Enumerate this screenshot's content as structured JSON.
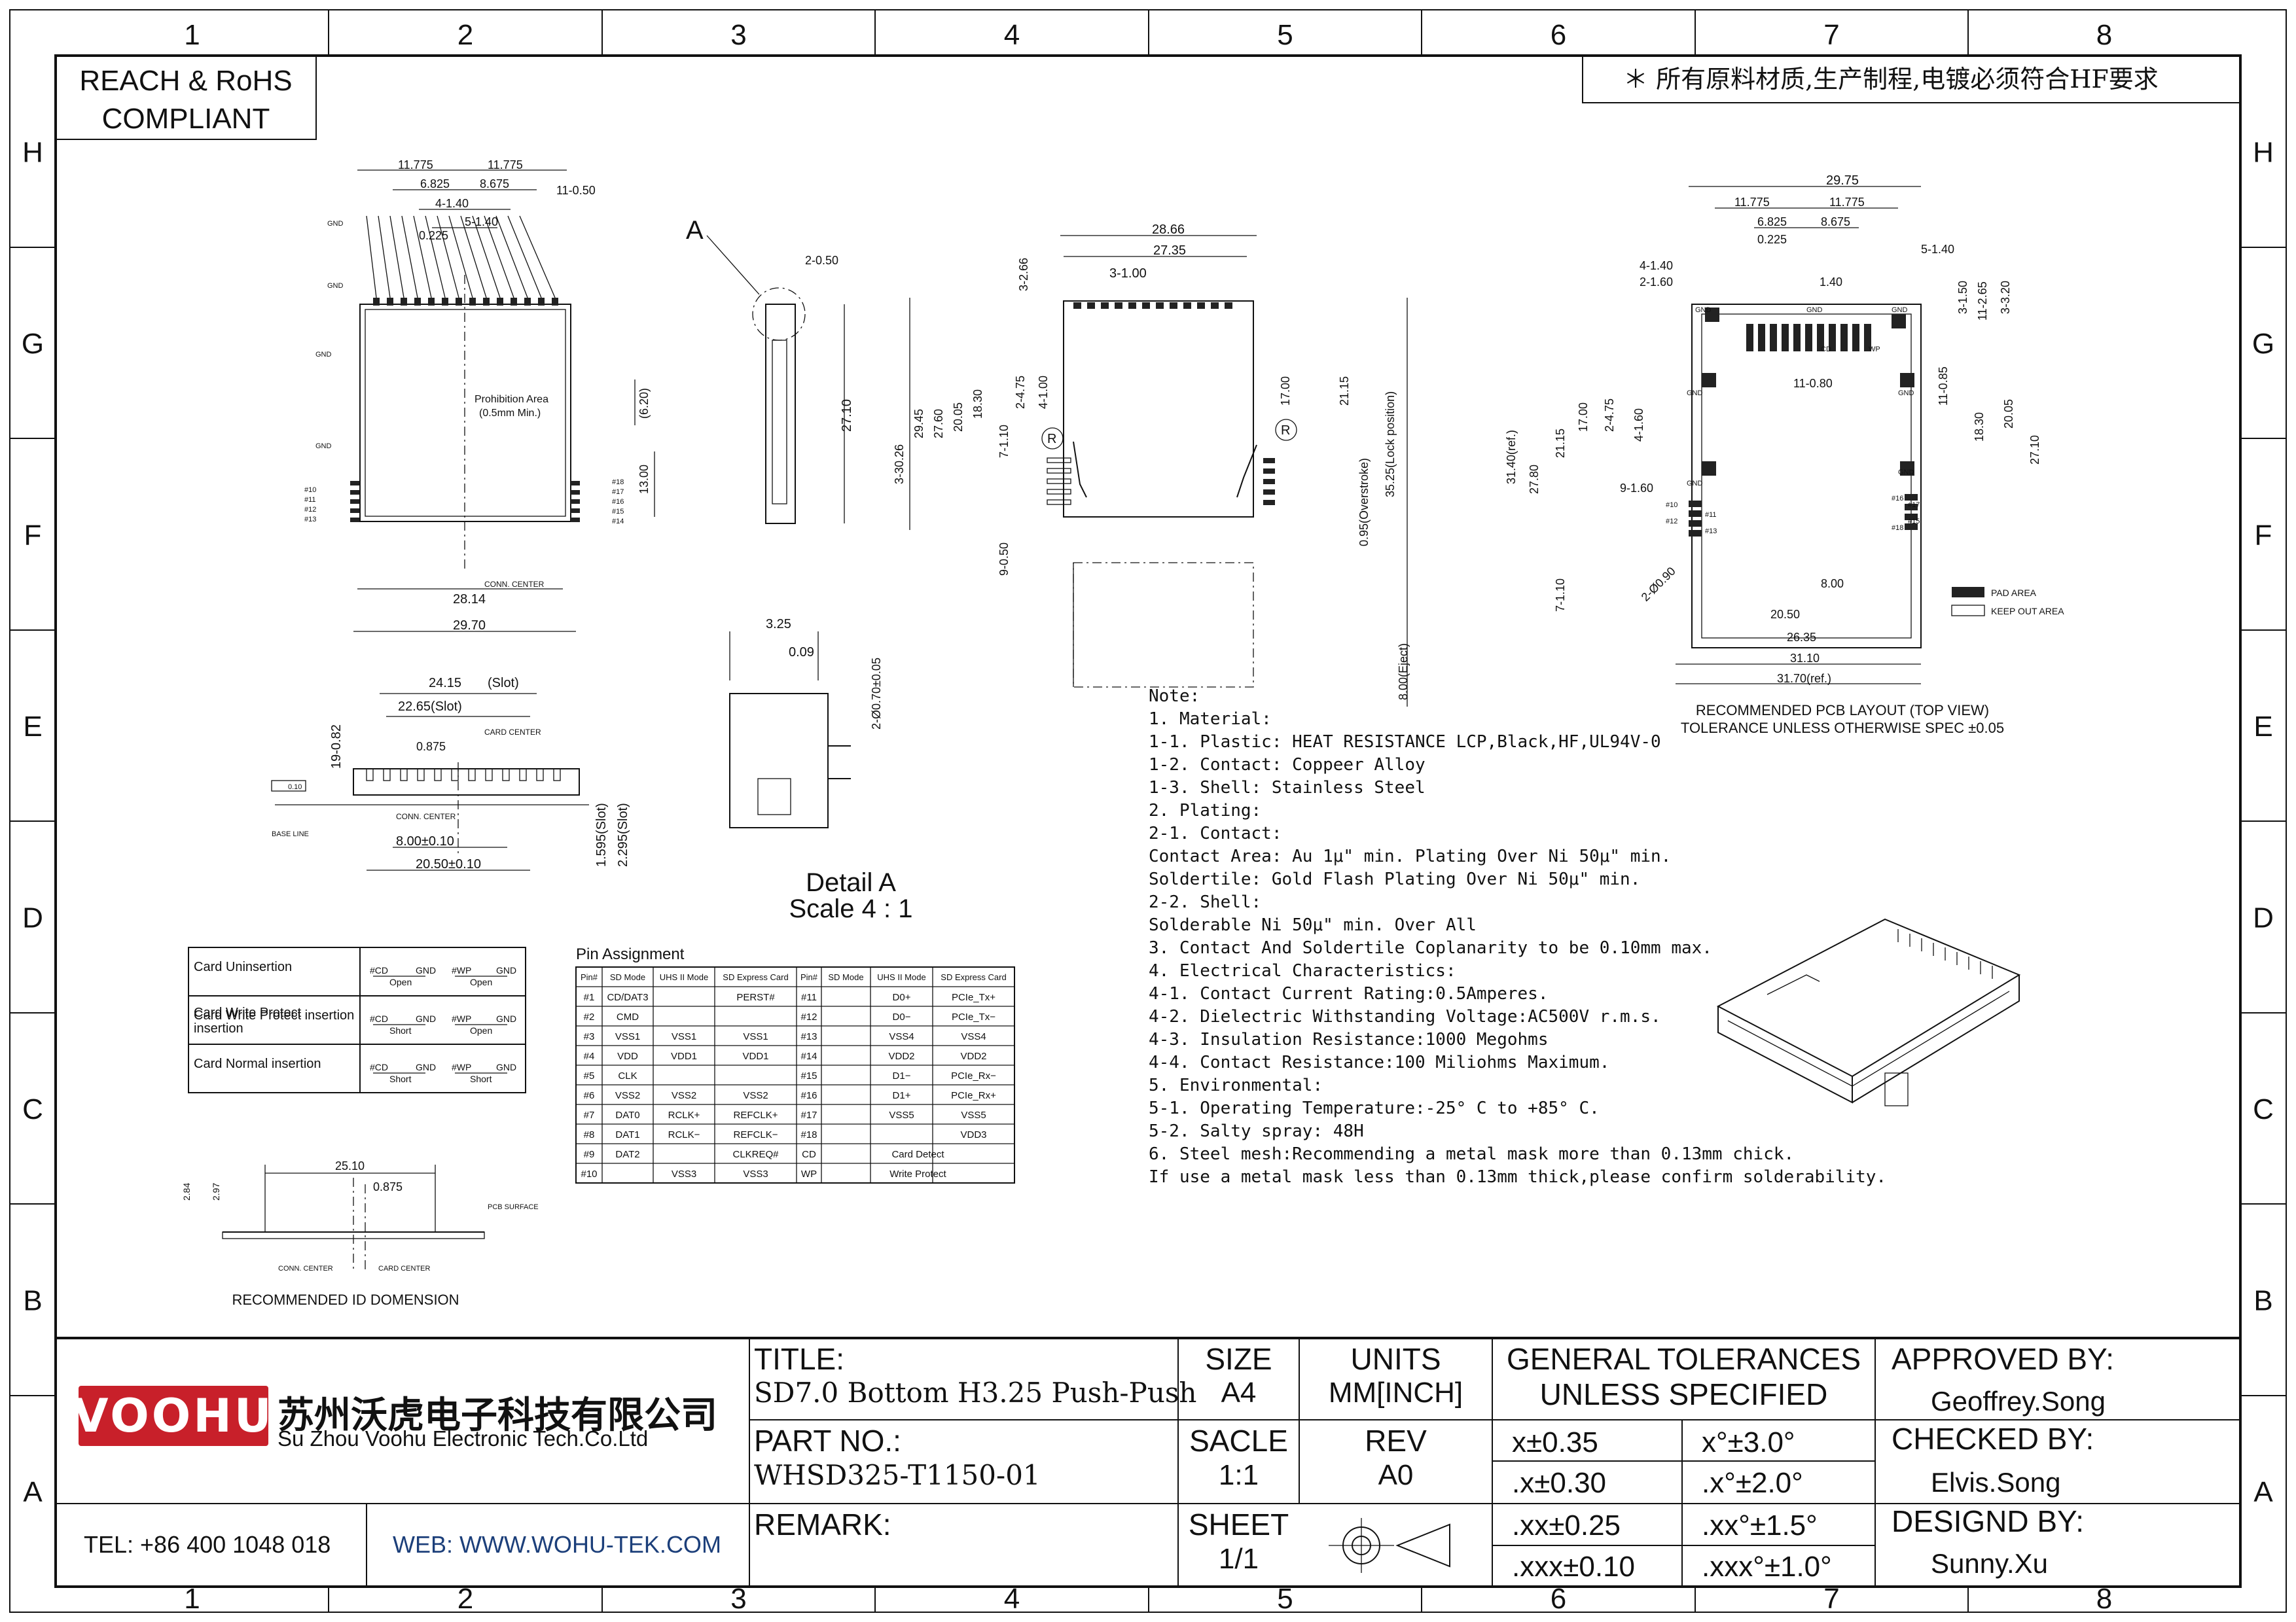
{
  "sheet": {
    "columns": [
      "1",
      "2",
      "3",
      "4",
      "5",
      "6",
      "7",
      "8"
    ],
    "rows": [
      "H",
      "G",
      "F",
      "E",
      "D",
      "C",
      "B",
      "A"
    ]
  },
  "compliance": {
    "line1": "REACH & RoHS",
    "line2": "COMPLIANT"
  },
  "hf_note": "＊ 所有原料材质,生产制程,电镀必须符合HF要求",
  "views": {
    "top": {
      "dims_top": [
        "11.775",
        "11.775",
        "6.825",
        "8.675",
        "4-1.40",
        "5-1.40",
        "11-0.50",
        "0.225"
      ],
      "labels": [
        "GND",
        "GND",
        "GND",
        "GND",
        "#10",
        "#11",
        "#12",
        "#13",
        "#14",
        "#15",
        "#16",
        "#17",
        "#18"
      ],
      "prohibition_line1": "Prohibition Area",
      "prohibition_line2": "(0.5mm Min.)",
      "dims_side": [
        "(6.20)",
        "13.00"
      ],
      "conn_center": "CONN. CENTER",
      "width_inner": "28.14",
      "width_outer": "29.70"
    },
    "detail_top": {
      "callout": "A",
      "dims": [
        "2-0.50",
        "27.10"
      ]
    },
    "detail": {
      "dims": [
        "3.25",
        "0.09",
        "2-Ø0.70±0.05"
      ],
      "title": "Detail  A",
      "scale": "Scale 4 : 1"
    },
    "front": {
      "dims": [
        "24.15",
        "(Slot)",
        "22.65(Slot)",
        "19-0.82",
        "0.875",
        "CARD CENTER",
        "CONN. CENTER",
        "8.00±0.10",
        "20.50±0.10",
        "1.595(Slot)",
        "2.295(Slot)",
        "0.10"
      ],
      "base_line": "BASE LINE"
    },
    "bottom": {
      "dims": [
        "28.66",
        "27.35",
        "3-1.00",
        "3-2.66",
        "3-30.26",
        "29.45",
        "27.60",
        "20.05",
        "18.30",
        "7-1.10",
        "2-4.75",
        "4-1.00",
        "17.00",
        "21.15",
        "9-0.50",
        "0.95(Overstroke)",
        "35.25(Lock position)",
        "8.00(Eject)"
      ],
      "marks": [
        "R",
        "R"
      ]
    },
    "pcb": {
      "dims": [
        "29.75",
        "11.775",
        "11.775",
        "6.825",
        "8.675",
        "0.225",
        "4-1.40",
        "2-1.60",
        "1.40",
        "5-1.40",
        "3-1.50",
        "11-2.65",
        "3-3.20",
        "11-0.80",
        "11-0.85",
        "31.40(ref.)",
        "27.80",
        "21.15",
        "17.00",
        "2-4.75",
        "4-1.60",
        "9-1.60",
        "20.05",
        "18.30",
        "27.10",
        "7-1.10",
        "2-Ø0.90",
        "8.00",
        "20.50",
        "26.35",
        "31.10",
        "31.70(ref.)"
      ],
      "labels": [
        "GND",
        "GND",
        "GND",
        "GND",
        "GND",
        "GND",
        "GND",
        "CD",
        "WP",
        "#10",
        "#11",
        "#12",
        "#13",
        "#15",
        "#16",
        "#17",
        "#18"
      ],
      "legend_pad": "PAD AREA",
      "legend_keepout": "KEEP OUT AREA",
      "caption1": "RECOMMENDED PCB LAYOUT (TOP VIEW)",
      "caption2": "TOLERANCE UNLESS OTHERWISE SPEC ±0.05"
    },
    "recommended_id": {
      "dims": [
        "25.10",
        "0.875",
        "2.84",
        "2.97"
      ],
      "labels": [
        "PCB SURFACE",
        "CONN. CENTER",
        "CARD CENTER"
      ],
      "caption": "RECOMMENDED ID DOMENSION"
    }
  },
  "notes": [
    "Note:",
    "1. Material:",
    "    1-1. Plastic: HEAT RESISTANCE LCP,Black,HF,UL94V-0",
    "    1-2. Contact: Coppeer Alloy",
    "    1-3. Shell: Stainless Steel",
    "2. Plating:",
    "    2-1. Contact:",
    "        Contact Area: Au 1μ\" min. Plating Over Ni 50μ\" min.",
    "        Soldertile: Gold Flash Plating Over Ni 50μ\" min.",
    "    2-2. Shell:",
    "        Solderable Ni 50μ\" min. Over All",
    "3. Contact And Soldertile Coplanarity to be 0.10mm max.",
    "4. Electrical Characteristics:",
    "    4-1. Contact Current Rating:0.5Amperes.",
    "    4-2. Dielectric Withstanding Voltage:AC500V r.m.s.",
    "    4-3. Insulation Resistance:1000 Megohms",
    "    4-4. Contact Resistance:100 Miliohms Maximum.",
    "5. Environmental:",
    "    5-1. Operating Temperature:-25° C to +85° C.",
    "    5-2. Salty spray: 48H",
    "6. Steel mesh:Recommending a metal mask more than 0.13mm chick.",
    "              If use a metal mask less than 0.13mm thick,please confirm solderability."
  ],
  "switch_table": {
    "rows": [
      {
        "label": "Card Uninsertion",
        "cd": "Open",
        "wp": "Open"
      },
      {
        "label": "Card Write Protect insertion",
        "cd": "Short",
        "wp": "Open"
      },
      {
        "label": "Card Normal insertion",
        "cd": "Short",
        "wp": "Short"
      }
    ],
    "cd_tag": "#CD",
    "wp_tag": "#WP",
    "gnd_tag": "GND"
  },
  "pin_assignment": {
    "title": "Pin Assignment",
    "headers": [
      "Pin#",
      "SD Mode",
      "UHS II Mode",
      "SD Express Card",
      "Pin#",
      "SD Mode",
      "UHS II Mode",
      "SD Express Card"
    ],
    "rows": [
      [
        "#1",
        "CD/DAT3",
        "",
        "PERST#",
        "#11",
        "",
        "D0+",
        "PCIe_Tx+"
      ],
      [
        "#2",
        "CMD",
        "",
        "",
        "#12",
        "",
        "D0−",
        "PCIe_Tx−"
      ],
      [
        "#3",
        "VSS1",
        "VSS1",
        "VSS1",
        "#13",
        "",
        "VSS4",
        "VSS4"
      ],
      [
        "#4",
        "VDD",
        "VDD1",
        "VDD1",
        "#14",
        "",
        "VDD2",
        "VDD2"
      ],
      [
        "#5",
        "CLK",
        "",
        "",
        "#15",
        "",
        "D1−",
        "PCIe_Rx−"
      ],
      [
        "#6",
        "VSS2",
        "VSS2",
        "VSS2",
        "#16",
        "",
        "D1+",
        "PCIe_Rx+"
      ],
      [
        "#7",
        "DAT0",
        "RCLK+",
        "REFCLK+",
        "#17",
        "",
        "VSS5",
        "VSS5"
      ],
      [
        "#8",
        "DAT1",
        "RCLK−",
        "REFCLK−",
        "#18",
        "",
        "",
        "VDD3"
      ],
      [
        "#9",
        "DAT2",
        "",
        "CLKREQ#",
        "CD",
        "Card Detect",
        "",
        ""
      ],
      [
        "#10",
        "",
        "VSS3",
        "VSS3",
        "WP",
        "Write Protect",
        "",
        ""
      ]
    ]
  },
  "title_block": {
    "company_cn": "苏州沃虎电子科技有限公司",
    "company_en": "Su Zhou Voohu Electronic Tech.Co.Ltd",
    "logo_text": "VOOHU",
    "tel": "TEL: +86 400 1048 018",
    "web": "WEB: WWW.WOHU-TEK.COM",
    "title_label": "TITLE:",
    "title_value": "SD7.0 Bottom H3.25 Push-Push",
    "part_label": "PART NO.:",
    "part_value": "WHSD325-T1150-01",
    "remark_label": "REMARK:",
    "size_label": "SIZE",
    "size_value": "A4",
    "units_label": "UNITS",
    "units_value": "MM[INCH]",
    "scale_label": "SACLE",
    "scale_value": "1:1",
    "rev_label": "REV",
    "rev_value": "A0",
    "sheet_label": "SHEET",
    "sheet_value": "1/1",
    "tol_title1": "GENERAL TOLERANCES",
    "tol_title2": "UNLESS SPECIFIED",
    "tolerances": [
      [
        "x±0.35",
        "x°±3.0°"
      ],
      [
        ".x±0.30",
        ".x°±2.0°"
      ],
      [
        ".xx±0.25",
        ".xx°±1.5°"
      ],
      [
        ".xxx±0.10",
        ".xxx°±1.0°"
      ]
    ],
    "approved_label": "APPROVED BY:",
    "approved_value": "Geoffrey.Song",
    "checked_label": "CHECKED BY:",
    "checked_value": "Elvis.Song",
    "designed_label": "DESIGND BY:",
    "designed_value": "Sunny.Xu"
  }
}
